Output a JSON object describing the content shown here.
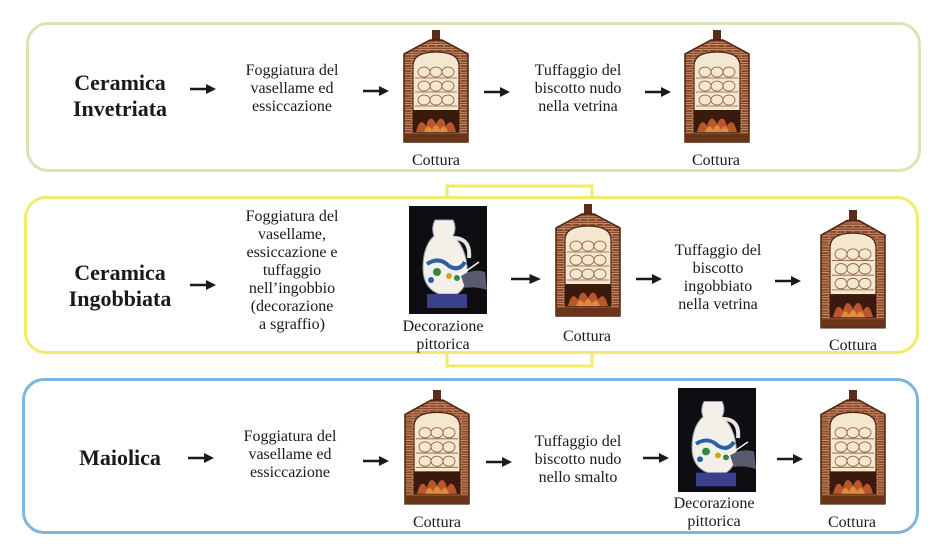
{
  "colors": {
    "panel_invetriata": "#d9e4b2",
    "panel_ingobbiata": "#f3ea6a",
    "panel_maiolica": "#7bb7dc",
    "brick": "#8a4a2c",
    "flame": "#b8572c",
    "arrow": "#1a1a1a"
  },
  "rows": [
    {
      "label": "Ceramica\nInvetriata",
      "step1": "Foggiatura del\nvasellame ed\nessiccazione",
      "kiln1_caption": "Cottura",
      "step2": "Tuffaggio del\nbiscotto nudo\nnella vetrina",
      "kiln2_caption": "Cottura"
    },
    {
      "label": "Ceramica\nIngobbiata",
      "step1": "Foggiatura del\nvasellame,\nessiccazione e\ntuffaggio\nnell’ingobbio\n(decorazione\na sgraffio)",
      "deco_caption": "Decorazione\npittorica",
      "kiln1_caption": "Cottura",
      "step2": "Tuffaggio del\nbiscotto\ningobbiato\nnella vetrina",
      "kiln2_caption": "Cottura"
    },
    {
      "label": "Maiolica",
      "step1": "Foggiatura del\nvasellame ed\nessiccazione",
      "kiln1_caption": "Cottura",
      "step2": "Tuffaggio del\nbiscotto nudo\nnello smalto",
      "deco_caption": "Decorazione\npittorica",
      "kiln2_caption": "Cottura"
    }
  ]
}
